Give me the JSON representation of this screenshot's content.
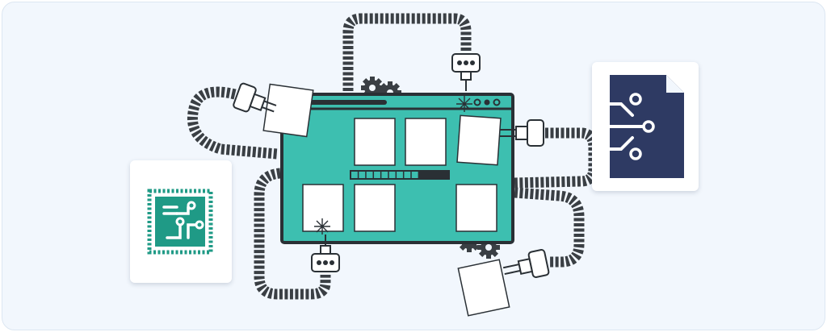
{
  "colors": {
    "background": "#f2f7fd",
    "window": "#3dbfb0",
    "outline": "#2a3035",
    "cable": "#3a3f44",
    "chip_green": "#1f9a86",
    "document_navy": "#2e3a63",
    "paper": "#ffffff"
  },
  "progress": {
    "filled_segments": 9,
    "total_segments": 13,
    "fraction": 0.69
  },
  "icons": {
    "left_tile": "circuit-chip-icon",
    "right_tile": "circuit-document-icon",
    "connectors": "cable-plug-icon",
    "gears": "gear-icon"
  }
}
